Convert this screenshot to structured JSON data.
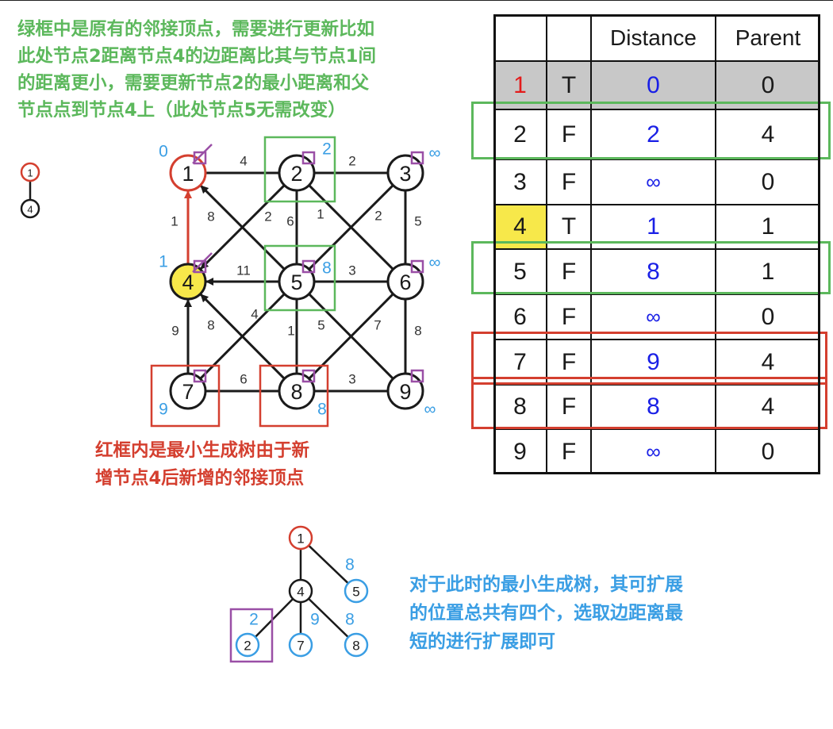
{
  "notes": {
    "green": [
      "绿框中是原有的邻接顶点，需要进行更新比如",
      "此处节点2距离节点4的边距离比其与节点1间",
      "的距离更小，需要更新节点2的最小距离和父",
      "节点点到节点4上（此处节点5无需改变）"
    ],
    "red": [
      "红框内是最小生成树由于新",
      "增节点4后新增的邻接顶点"
    ],
    "blue": [
      "对于此时的最小生成树，其可扩展",
      "的位置总共有四个，选取边距离最",
      "短的进行扩展即可"
    ]
  },
  "colors": {
    "green": "#5cb85c",
    "red": "#d43f2f",
    "blue": "#3a9ee4",
    "purple": "#9a4fa6",
    "yellow": "#f7e84a",
    "gray": "#c8c8c8",
    "value_blue": "#1a20e6",
    "black": "#1a1a1a"
  },
  "legend_tree": {
    "nodes": [
      "1",
      "4"
    ]
  },
  "graph": {
    "nodes": [
      {
        "id": "1",
        "dist": "0",
        "fill": "white",
        "ring": "red",
        "box": "check"
      },
      {
        "id": "2",
        "dist": "2",
        "fill": "white",
        "ring": "black",
        "box": "box"
      },
      {
        "id": "3",
        "dist": "∞",
        "fill": "white",
        "ring": "black",
        "box": "box"
      },
      {
        "id": "4",
        "dist": "1",
        "fill": "yellow",
        "ring": "black",
        "box": "check"
      },
      {
        "id": "5",
        "dist": "8",
        "fill": "white",
        "ring": "black",
        "box": "box"
      },
      {
        "id": "6",
        "dist": "∞",
        "fill": "white",
        "ring": "black",
        "box": "box"
      },
      {
        "id": "7",
        "dist": "9",
        "fill": "white",
        "ring": "black",
        "box": "box"
      },
      {
        "id": "8",
        "dist": "8",
        "fill": "white",
        "ring": "black",
        "box": "box"
      },
      {
        "id": "9",
        "dist": "∞",
        "fill": "white",
        "ring": "black",
        "box": "box"
      }
    ],
    "edges": [
      {
        "from": "1",
        "to": "2",
        "weight": "4"
      },
      {
        "from": "2",
        "to": "3",
        "weight": "2"
      },
      {
        "from": "4",
        "to": "1",
        "weight": "1",
        "arrow": "red"
      },
      {
        "from": "5",
        "to": "1",
        "weight": "8",
        "arrow": "black"
      },
      {
        "from": "2",
        "to": "4",
        "weight": "2",
        "arrow": "black"
      },
      {
        "from": "2",
        "to": "5",
        "weight": "6"
      },
      {
        "from": "2",
        "to": "6",
        "weight": "1"
      },
      {
        "from": "3",
        "to": "5",
        "weight": "2"
      },
      {
        "from": "3",
        "to": "6",
        "weight": "5"
      },
      {
        "from": "5",
        "to": "4",
        "weight": "11",
        "arrow": "black"
      },
      {
        "from": "5",
        "to": "6",
        "weight": "3"
      },
      {
        "from": "7",
        "to": "4",
        "weight": "9",
        "arrow": "black"
      },
      {
        "from": "8",
        "to": "4",
        "weight": "8",
        "arrow": "black"
      },
      {
        "from": "5",
        "to": "7",
        "weight": "4"
      },
      {
        "from": "5",
        "to": "8",
        "weight": "1"
      },
      {
        "from": "5",
        "to": "9",
        "weight": "5"
      },
      {
        "from": "6",
        "to": "8",
        "weight": "7"
      },
      {
        "from": "6",
        "to": "9",
        "weight": "8"
      },
      {
        "from": "7",
        "to": "8",
        "weight": "6"
      },
      {
        "from": "8",
        "to": "9",
        "weight": "3"
      }
    ],
    "green_boxes": [
      "2",
      "5"
    ],
    "red_boxes": [
      "7",
      "8"
    ]
  },
  "table": {
    "headers": [
      "",
      "",
      "Distance",
      "Parent"
    ],
    "rows": [
      {
        "node": "1",
        "known": "T",
        "distance": "0",
        "parent": "0",
        "style": "gray"
      },
      {
        "node": "2",
        "known": "F",
        "distance": "2",
        "parent": "4",
        "frame": "green"
      },
      {
        "node": "3",
        "known": "F",
        "distance": "∞",
        "parent": "0"
      },
      {
        "node": "4",
        "known": "T",
        "distance": "1",
        "parent": "1",
        "style": "yellow"
      },
      {
        "node": "5",
        "known": "F",
        "distance": "8",
        "parent": "1",
        "frame": "green"
      },
      {
        "node": "6",
        "known": "F",
        "distance": "∞",
        "parent": "0"
      },
      {
        "node": "7",
        "known": "F",
        "distance": "9",
        "parent": "4",
        "frame": "red"
      },
      {
        "node": "8",
        "known": "F",
        "distance": "8",
        "parent": "4",
        "frame": "red"
      },
      {
        "node": "9",
        "known": "F",
        "distance": "∞",
        "parent": "0"
      }
    ]
  },
  "mst": {
    "nodes": [
      {
        "id": "1",
        "label": "",
        "ring": "red"
      },
      {
        "id": "4",
        "label": "",
        "ring": "black"
      },
      {
        "id": "5",
        "label": "8",
        "ring": "blue"
      },
      {
        "id": "2",
        "label": "2",
        "ring": "blue",
        "boxed": true
      },
      {
        "id": "7",
        "label": "9",
        "ring": "blue"
      },
      {
        "id": "8",
        "label": "8",
        "ring": "blue"
      }
    ],
    "edges": [
      [
        "1",
        "4"
      ],
      [
        "1",
        "5"
      ],
      [
        "4",
        "2"
      ],
      [
        "4",
        "7"
      ],
      [
        "4",
        "8"
      ]
    ]
  }
}
